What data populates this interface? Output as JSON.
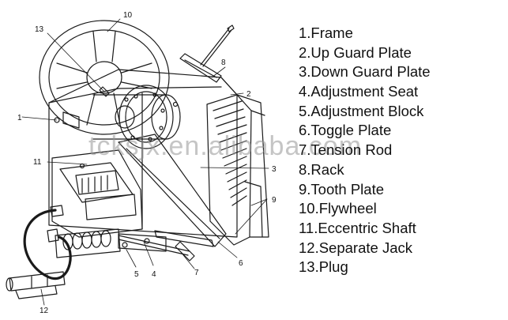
{
  "legend": [
    "1.Frame",
    "2.Up Guard Plate",
    "3.Down Guard Plate",
    "4.Adjustment Seat",
    "5.Adjustment Block",
    "6.Toggle Plate",
    "7.Tension Rod",
    "8.Rack",
    "9.Tooth Plate",
    "10.Flywheel",
    "11.Eccentric Shaft",
    "12.Separate Jack",
    "13.Plug"
  ],
  "callouts": [
    "1",
    "2",
    "3",
    "4",
    "5",
    "6",
    "7",
    "8",
    "9",
    "10",
    "11",
    "12",
    "13"
  ],
  "watermark": "tcksjx.en.alibaba.com"
}
